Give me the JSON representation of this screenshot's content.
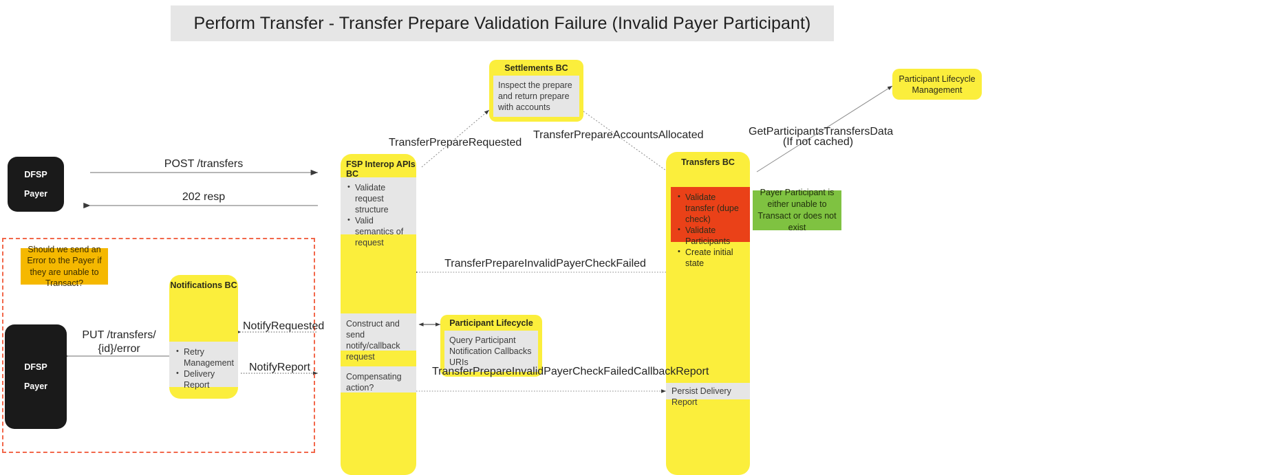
{
  "title": "Perform Transfer - Transfer Prepare Validation Failure (Invalid Payer Participant)",
  "colors": {
    "lifeline_yellow": "#FBEE3C",
    "activity_gray": "#E6E6E6",
    "error_red": "#EA4118",
    "ok_green": "#7FC241",
    "question_orange": "#F5B800",
    "actor_black": "#1A1A1A",
    "frame_dashed": "#F2674A",
    "title_bar_gray": "#E6E6E6"
  },
  "actors": {
    "payer_top": {
      "line1": "DFSP",
      "line2": "Payer"
    },
    "payer_bottom": {
      "line1": "DFSP",
      "line2": "Payer"
    }
  },
  "lifelines": {
    "fsp_interop": {
      "title": "FSP Interop APIs BC",
      "activities": [
        {
          "name": "validate-request",
          "items": [
            "Validate request structure",
            "Valid semantics of request"
          ]
        },
        {
          "name": "construct-callback",
          "text": "Construct and send notify/callback request"
        },
        {
          "name": "compensating-action",
          "text": "Compensating action?"
        }
      ]
    },
    "transfers": {
      "title": "Transfers BC",
      "activities": [
        {
          "name": "validate-transfer",
          "items": [
            "Validate transfer (dupe check)",
            "Validate Participants",
            "Create initial state"
          ]
        },
        {
          "name": "persist-delivery-report",
          "text": "Persist Delivery Report"
        }
      ]
    },
    "notifications": {
      "title": "Notifications BC",
      "activities": [
        {
          "name": "retry-delivery",
          "items": [
            "Retry Management",
            "Delivery Report"
          ]
        }
      ]
    }
  },
  "callouts": {
    "settlements": {
      "title": "Settlements BC",
      "body": "Inspect the prepare and return prepare with accounts"
    },
    "participant_lifecycle_mgmt": {
      "text": "Participant Lifecycle Management"
    },
    "participant_lifecycle": {
      "title": "Participant Lifecycle",
      "body": "Query Participant Notification Callbacks URIs"
    },
    "payer_note": {
      "text": "Payer Participant is either unable to Transact or does not exist"
    },
    "error_question": {
      "text": "Should we send an Error to the Payer if they are unable to Transact?"
    }
  },
  "messages": {
    "post_transfers": "POST /transfers",
    "resp_202": "202 resp",
    "transfer_prepare_requested": "TransferPrepareRequested",
    "transfer_prepare_accounts_allocated": "TransferPrepareAccountsAllocated",
    "get_participants_transfers_data_l1": "GetParticipantsTransfersData",
    "get_participants_transfers_data_l2": "(If not cached)",
    "transfer_prepare_invalid_payer_check_failed": "TransferPrepareInvalidPayerCheckFailed",
    "transfer_prepare_invalid_payer_check_failed_callback_report": "TransferPrepareInvalidPayerCheckFailedCallbackReport",
    "put_transfers_error_l1": "PUT /transfers/",
    "put_transfers_error_l2": "{id}/error",
    "notify_requested": "NotifyRequested",
    "notify_report": "NotifyReport"
  }
}
